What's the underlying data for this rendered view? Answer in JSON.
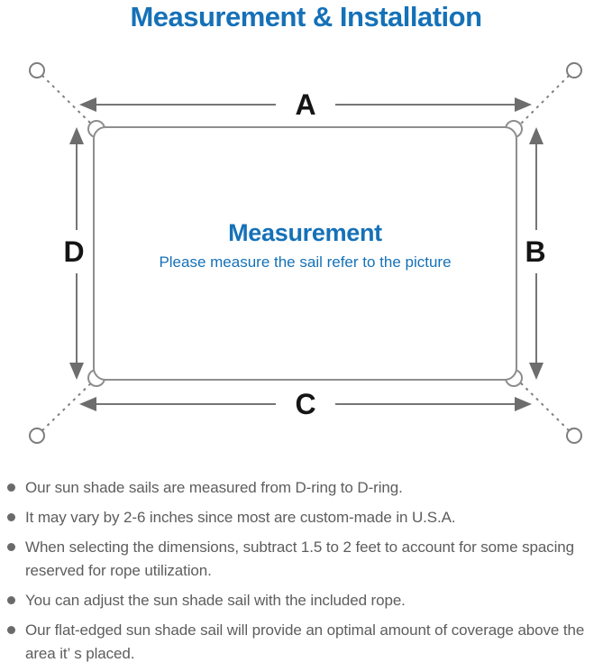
{
  "header": {
    "title": "Measurement & Installation",
    "title_color": "#1571b8"
  },
  "diagram": {
    "labels": {
      "top": "A",
      "right": "B",
      "bottom": "C",
      "left": "D"
    },
    "center": {
      "heading": "Measurement",
      "subheading": "Please measure the sail refer to the picture"
    },
    "colors": {
      "accent_blue": "#1571b8",
      "outline_gray": "#8e8e8e",
      "arrow_gray": "#6d6d6d",
      "label_black": "#151515"
    }
  },
  "notes": {
    "items": [
      {
        "text": "Our sun shade sails are measured from D-ring to D-ring."
      },
      {
        "text": "It may vary by 2-6 inches since most are custom-made in U.S.A."
      },
      {
        "text": "When selecting the dimensions, subtract 1.5 to 2 feet to account for some spacing reserved for rope utilization."
      },
      {
        "text": "You can adjust the sun shade sail with the included rope."
      },
      {
        "text": "Our flat-edged sun shade sail will provide an optimal amount of coverage above the area it’ s placed."
      }
    ]
  }
}
